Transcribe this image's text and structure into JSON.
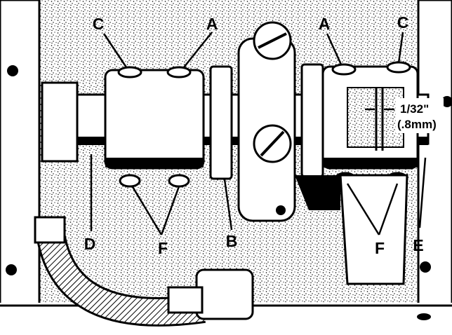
{
  "figure": {
    "labels": {
      "a_left": "A",
      "a_right": "A",
      "c_left": "C",
      "c_right": "C",
      "b": "B",
      "d": "D",
      "e": "E",
      "f_left": "F",
      "f_right": "F"
    },
    "clearance_inch": "1/32\"",
    "clearance_mm": "(.8mm)",
    "colors": {
      "ink": "#000000",
      "paper": "#ffffff",
      "speckle": "#d8d8d8"
    }
  }
}
